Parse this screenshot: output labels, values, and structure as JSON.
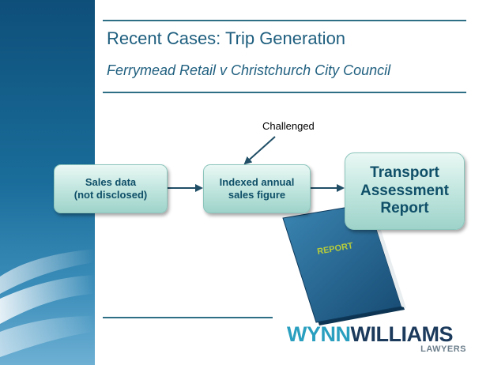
{
  "slide": {
    "title": "Recent Cases: Trip Generation",
    "subtitle": "Ferrymead Retail v Christchurch City Council"
  },
  "diagram": {
    "annotation": "Challenged",
    "boxes": [
      {
        "line1": "Sales data",
        "line2": "(not disclosed)"
      },
      {
        "line1": "Indexed annual",
        "line2": "sales figure"
      },
      {
        "line1": "Transport",
        "line2": "Assessment",
        "line3": "Report"
      }
    ],
    "book_label": "REPORT"
  },
  "logo": {
    "part1": "WYNN",
    "part2": "WILLIAMS",
    "tagline": "LAWYERS"
  },
  "colors": {
    "title": "#1f5f7f",
    "rule": "#2f6f86",
    "box_text": "#0f4f68",
    "book": "#1f5d86",
    "logo_primary": "#2a9fbf",
    "logo_secondary": "#1c3a5c"
  }
}
